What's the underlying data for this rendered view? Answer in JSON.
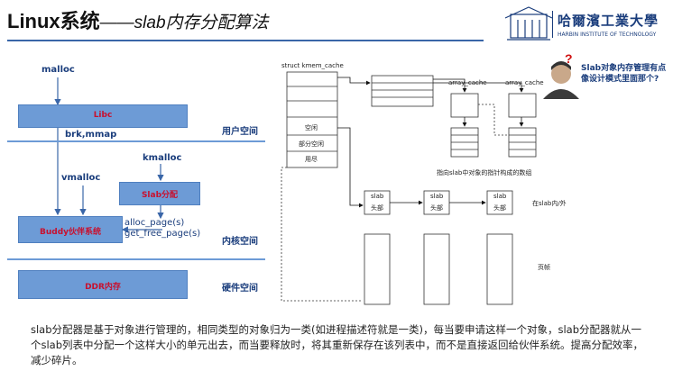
{
  "header": {
    "title_main": "Linux系统",
    "title_sub": "——slab内存分配算法",
    "logo_cn": "哈爾濱工業大學",
    "logo_en": "HARBIN INSTITUTE OF TECHNOLOGY"
  },
  "left_diagram": {
    "malloc": "malloc",
    "libc": "Libc",
    "brk_mmap": "brk,mmap",
    "kmalloc": "kmalloc",
    "vmalloc": "vmalloc",
    "slab_alloc": "Slab分配",
    "buddy": "Buddy伙伴系统",
    "alloc_page": "alloc_page(s)",
    "get_free_page": "get_free_page(s)",
    "ddr": "DDR内存",
    "zone_user": "用户空间",
    "zone_kernel": "内核空间",
    "zone_hw": "硬件空间"
  },
  "right_diagram": {
    "struct_label": "struct kmem_cache",
    "array_cache_1": "array_cache",
    "array_cache_2": "array_cache",
    "slot_empty": "空闲",
    "slot_partial": "部分空闲",
    "slot_full": "用尽",
    "caption": "指向slab中对象的指针构成的数组",
    "slab_head": "slab",
    "slab_head_sub": "头部",
    "in_slab": "在slab内/外",
    "page_frame": "页帧"
  },
  "bubble": "Slab对象内存管理有点像设计模式里面那个?",
  "paragraph": "slab分配器是基于对象进行管理的，相同类型的对象归为一类(如进程描述符就是一类)，每当要申请这样一个对象，slab分配器就从一个slab列表中分配一个这样大小的单元出去，而当要释放时，将其重新保存在该列表中，而不是直接返回给伙伴系统。提高分配效率，减少碎片。",
  "colors": {
    "accent": "#6d9bd6",
    "label_red": "#c8102e",
    "navy": "#1a3d7c"
  }
}
